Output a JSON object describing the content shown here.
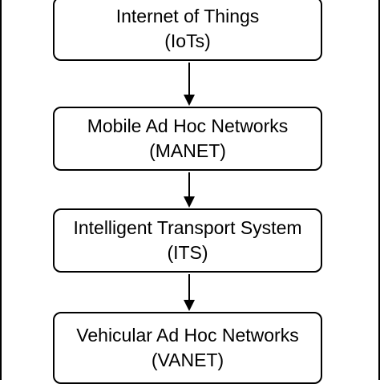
{
  "diagram": {
    "nodes": [
      {
        "id": "iot",
        "line1": "Internet of Things",
        "line2": "(IoTs)"
      },
      {
        "id": "manet",
        "line1": "Mobile Ad Hoc Networks",
        "line2": "(MANET)"
      },
      {
        "id": "its",
        "line1": "Intelligent Transport System",
        "line2": "(ITS)"
      },
      {
        "id": "vanet",
        "line1": "Vehicular Ad Hoc Networks",
        "line2": "(VANET)"
      }
    ],
    "edges": [
      {
        "from": "iot",
        "to": "manet"
      },
      {
        "from": "manet",
        "to": "its"
      },
      {
        "from": "its",
        "to": "vanet"
      }
    ],
    "colors": {
      "stroke": "#000000",
      "fill": "#ffffff",
      "text": "#000000"
    }
  }
}
